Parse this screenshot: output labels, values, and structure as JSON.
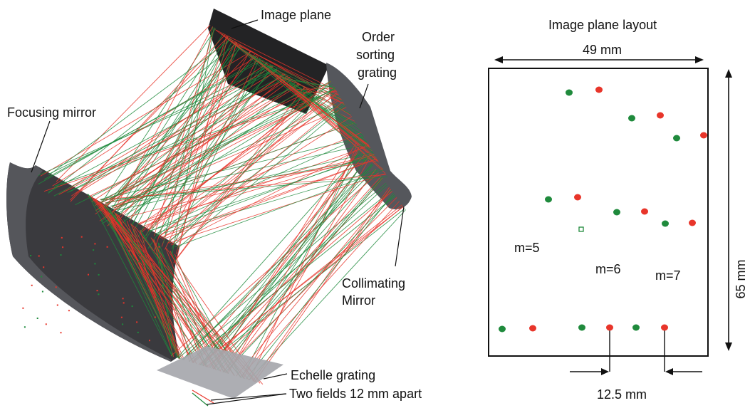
{
  "colors": {
    "ray_red": "#e8352a",
    "ray_green": "#1f8a3c",
    "surface_dark": "#2a2a2c",
    "surface_mid": "#5a5a5e",
    "grating_light": "#a6a7ad",
    "text": "#111111"
  },
  "optical_layout": {
    "labels": {
      "image_plane": "Image plane",
      "order_sorting_grating_line1": "Order",
      "order_sorting_grating_line2": "sorting",
      "order_sorting_grating_line3": "grating",
      "focusing_mirror": "Focusing mirror",
      "collimating_mirror_line1": "Collimating",
      "collimating_mirror_line2": "Mirror",
      "echelle_grating": "Echelle grating",
      "two_fields": "Two fields 12 mm apart"
    }
  },
  "image_plane_layout": {
    "title": "Image plane layout",
    "width_label": "49 mm",
    "height_label": "65 mm",
    "spacing_label": "12.5 mm",
    "orders": [
      {
        "label": "m=5"
      },
      {
        "label": "m=6"
      },
      {
        "label": "m=7"
      }
    ]
  }
}
